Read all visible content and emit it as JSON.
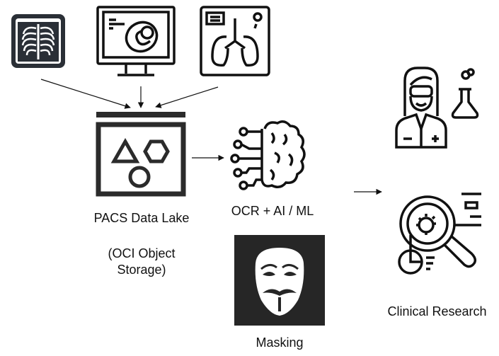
{
  "diagram": {
    "sources": [
      {
        "name": "chest-xray",
        "icon": "chest-xray-icon"
      },
      {
        "name": "ultrasound-monitor",
        "icon": "fetal-ultrasound-monitor-icon"
      },
      {
        "name": "lung-scan",
        "icon": "lung-scan-icon"
      }
    ],
    "nodes": {
      "pacs": {
        "label": "PACS Data Lake",
        "sublabel_line1": "(OCI Object",
        "sublabel_line2": "Storage)",
        "icon": "data-lake-shapes-icon"
      },
      "ocr": {
        "label": "OCR + AI / ML",
        "icon": "ai-brain-circuit-icon"
      },
      "masking": {
        "label": "Masking",
        "icon": "anonymous-mask-icon"
      },
      "research": {
        "label": "Clinical Research",
        "icons": [
          "scientist-icon",
          "microscope-analysis-icon"
        ]
      }
    },
    "edges": [
      {
        "from": "chest-xray",
        "to": "pacs"
      },
      {
        "from": "ultrasound-monitor",
        "to": "pacs"
      },
      {
        "from": "lung-scan",
        "to": "pacs"
      },
      {
        "from": "pacs",
        "to": "ocr"
      },
      {
        "from": "ocr",
        "to": "research"
      }
    ],
    "colors": {
      "line": "#111111",
      "pacs": "#2b2b2b",
      "mask_bg": "#262626",
      "xray_bg": "#2a2f36"
    }
  }
}
